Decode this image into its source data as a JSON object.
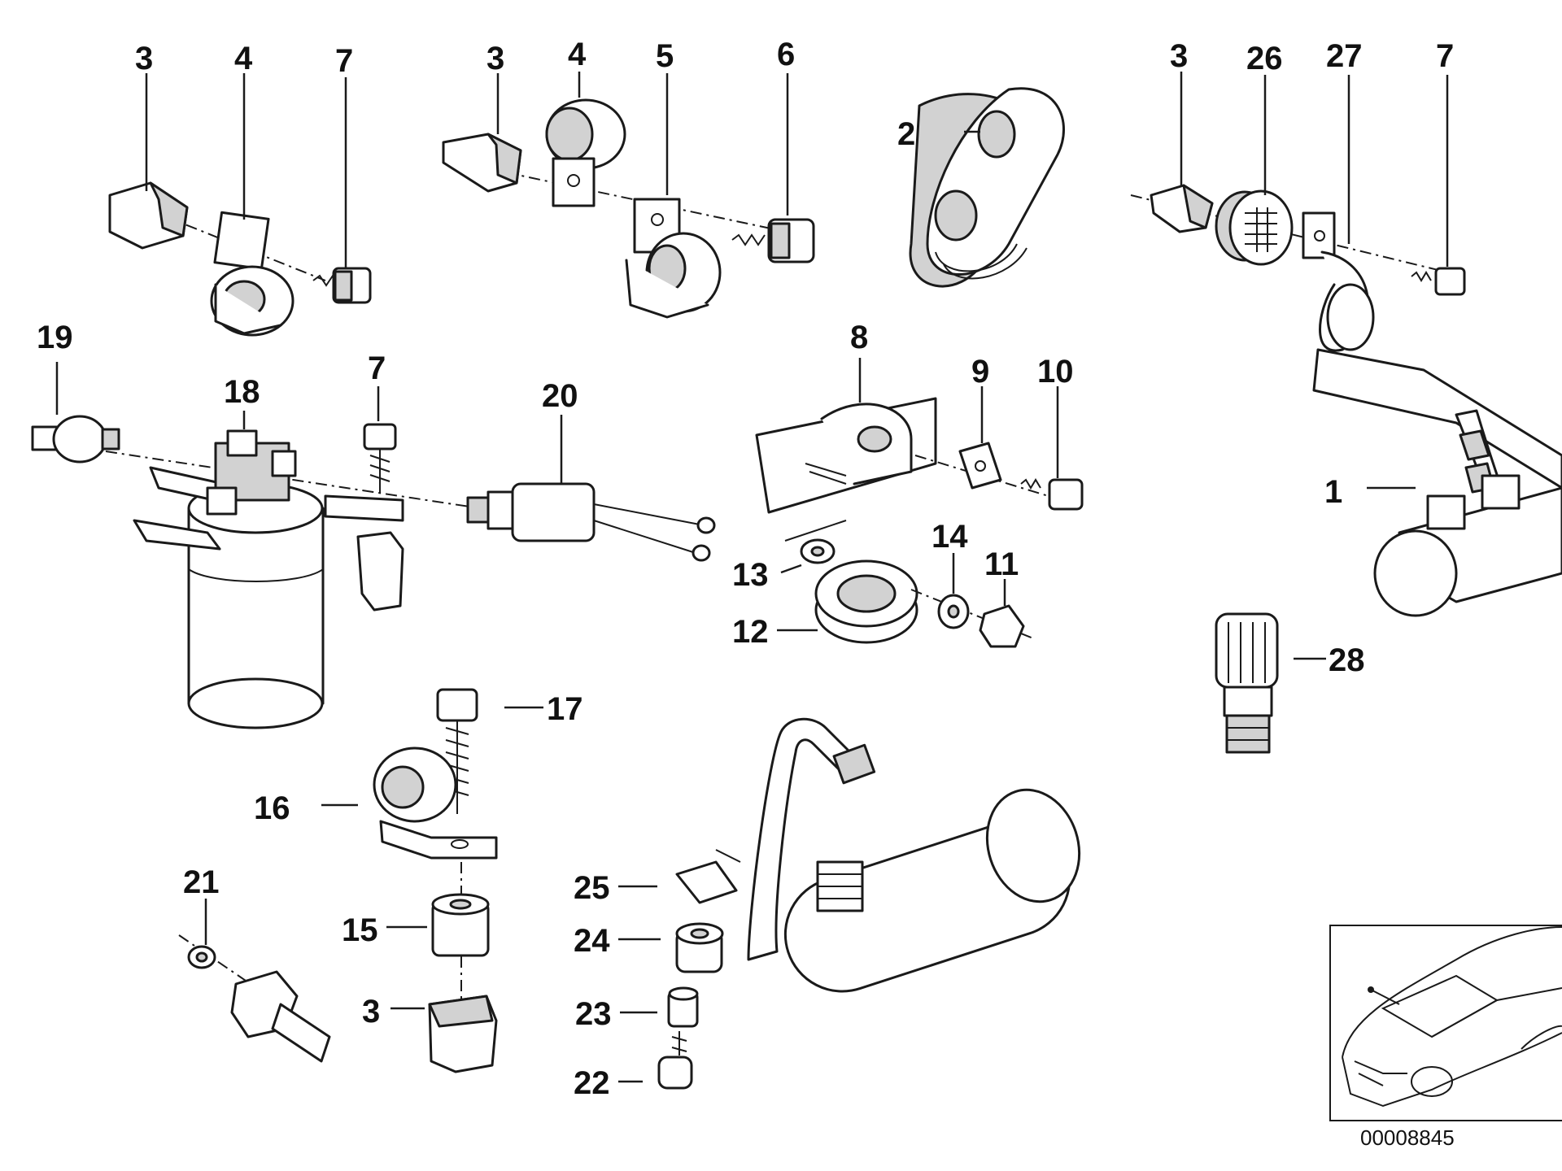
{
  "diagram_id": "00008845",
  "callouts": [
    "3",
    "4",
    "7",
    "3",
    "4",
    "5",
    "6",
    "2",
    "3",
    "26",
    "27",
    "7",
    "19",
    "18",
    "7",
    "20",
    "8",
    "9",
    "10",
    "1",
    "14",
    "11",
    "13",
    "12",
    "28",
    "17",
    "16",
    "21",
    "15",
    "3",
    "25",
    "24",
    "23",
    "22"
  ]
}
